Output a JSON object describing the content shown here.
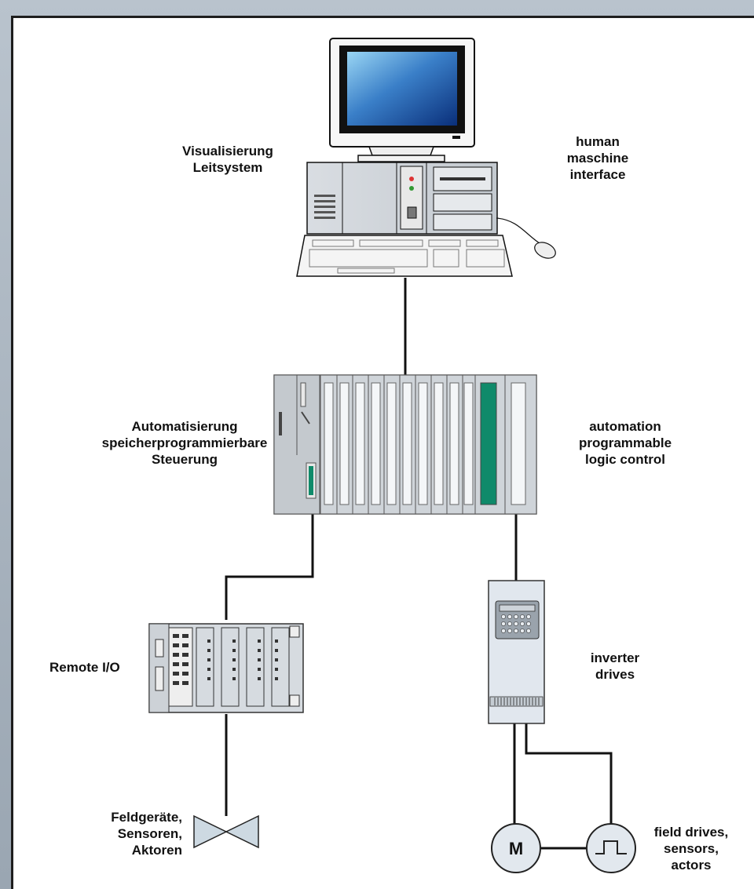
{
  "labels": {
    "visualisierung": "Visualisierung\nLeitsystem",
    "hmi": "human\nmaschine\ninterface",
    "automatisierung": "Automatisierung\nspeicherprogrammierbare\nSteuerung",
    "automation": "automation\nprogrammable\nlogic control",
    "remote_io": "Remote I/O",
    "inverter": "inverter\ndrives",
    "feldgeraete": "Feldgeräte,\nSensoren,\nAktoren",
    "field_drives": "field drives,\nsensors,\nactors",
    "motor_symbol": "M"
  },
  "colors": {
    "screen_light": "#8fd0f0",
    "screen_dark": "#0d3d8a",
    "green_module": "#0f8a6a",
    "device_gray": "#c8ced4"
  }
}
